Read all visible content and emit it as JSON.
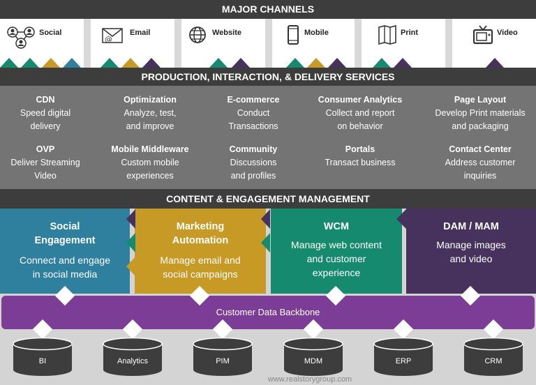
{
  "header": {
    "major_channels": "MAJOR CHANNELS"
  },
  "channels": [
    {
      "label": "Social",
      "icon": "social-network-icon"
    },
    {
      "label": "Email",
      "icon": "email-icon"
    },
    {
      "label": "Website",
      "icon": "globe-icon"
    },
    {
      "label": "Mobile",
      "icon": "mobile-phone-icon"
    },
    {
      "label": "Print",
      "icon": "map-print-icon"
    },
    {
      "label": "Video",
      "icon": "tv-icon"
    }
  ],
  "production": {
    "title": "PRODUCTION, INTERACTION, & DELIVERY SERVICES",
    "services": [
      {
        "title": "CDN",
        "line1": "Speed digital",
        "line2": "delivery"
      },
      {
        "title": "Optimization",
        "line1": "Analyze, test,",
        "line2": "and improve"
      },
      {
        "title": "E-commerce",
        "line1": "Conduct",
        "line2": "Transactions"
      },
      {
        "title": "Consumer Analytics",
        "line1": "Collect and report",
        "line2": "on behavior"
      },
      {
        "title": "Page Layout",
        "line1": "Develop Print materials",
        "line2": "and packaging"
      },
      {
        "title": "OVP",
        "line1": "Deliver Streaming",
        "line2": "Video"
      },
      {
        "title": "Mobile Middleware",
        "line1": "Custom mobile",
        "line2": "experiences"
      },
      {
        "title": "Community",
        "line1": "Discussions",
        "line2": "and profiles"
      },
      {
        "title": "Portals",
        "line1": "Transact business",
        "line2": ""
      },
      {
        "title": "Contact Center",
        "line1": "Address customer",
        "line2": "inquiries"
      }
    ]
  },
  "content": {
    "title": "CONTENT & ENGAGEMENT MANAGEMENT",
    "blocks": [
      {
        "title1": "Social",
        "title2": "Engagement",
        "desc1": "Connect and engage",
        "desc2": "in social media",
        "color": "#2f7f9f"
      },
      {
        "title1": "Marketing",
        "title2": "Automation",
        "desc1": "Manage email and",
        "desc2": "social campaigns",
        "color": "#c79a25"
      },
      {
        "title1": "WCM",
        "title2": "",
        "desc1": "Manage web content",
        "desc2": "and customer",
        "desc3": "experience",
        "color": "#168a6e"
      },
      {
        "title1": "DAM / MAM",
        "title2": "",
        "desc1": "Manage images",
        "desc2": "and video",
        "color": "#46325c"
      }
    ]
  },
  "backbone": {
    "label": "Customer Data Backbone",
    "color": "#7c3d96"
  },
  "databases": [
    "BI",
    "Analytics",
    "PIM",
    "MDM",
    "ERP",
    "CRM"
  ],
  "footer": {
    "url": "www.realstorygroup.com"
  },
  "colors": {
    "teal": "#1e8a6f",
    "gold": "#c79a25",
    "purple": "#46325c",
    "blue": "#2f7f9f",
    "dark": "#3d3d3d"
  }
}
